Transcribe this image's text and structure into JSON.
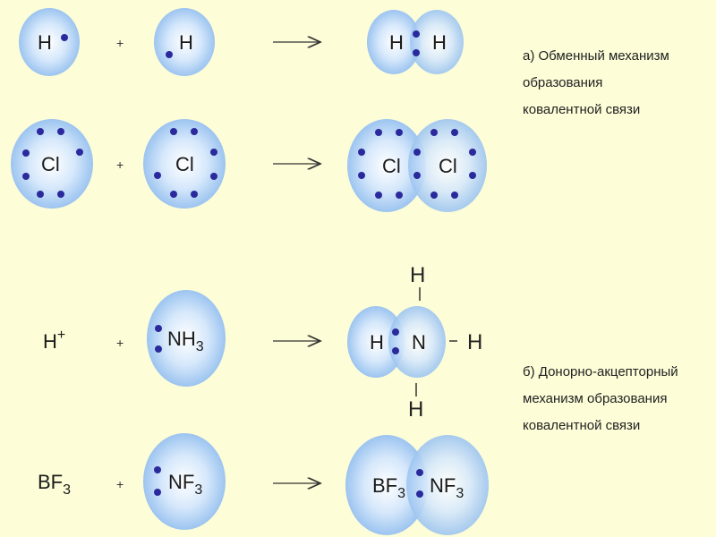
{
  "reactions": [
    {
      "left": "H",
      "plus": "+",
      "right": "H",
      "product_left": "H",
      "product_right": "H"
    },
    {
      "left": "Cl",
      "plus": "+",
      "right": "Cl",
      "product_left": "Cl",
      "product_right": "Cl"
    },
    {
      "left": "H",
      "left_charge": "+",
      "plus": "+",
      "right": "NH",
      "right_sub": "3",
      "product_left": "H",
      "product_right": "N",
      "bonds": {
        "top": "H",
        "right": "H",
        "bottom": "H"
      }
    },
    {
      "left": "BF",
      "left_sub": "3",
      "plus": "+",
      "right": "NF",
      "right_sub": "3",
      "product_left": "BF",
      "product_left_sub": "3",
      "product_right": "NF",
      "product_right_sub": "3"
    }
  ],
  "captions": {
    "exchange": [
      "а) Обменный механизм",
      "образования",
      "ковалентной связи"
    ],
    "donor": [
      "б) Донорно-акцепторный",
      "механизм образования",
      "ковалентной связи"
    ]
  },
  "colors": {
    "background": "#fdfdd8",
    "cloud_center": "#ffffff",
    "cloud_edge": "#9cc4f0",
    "electron": "#2a2a9c"
  }
}
